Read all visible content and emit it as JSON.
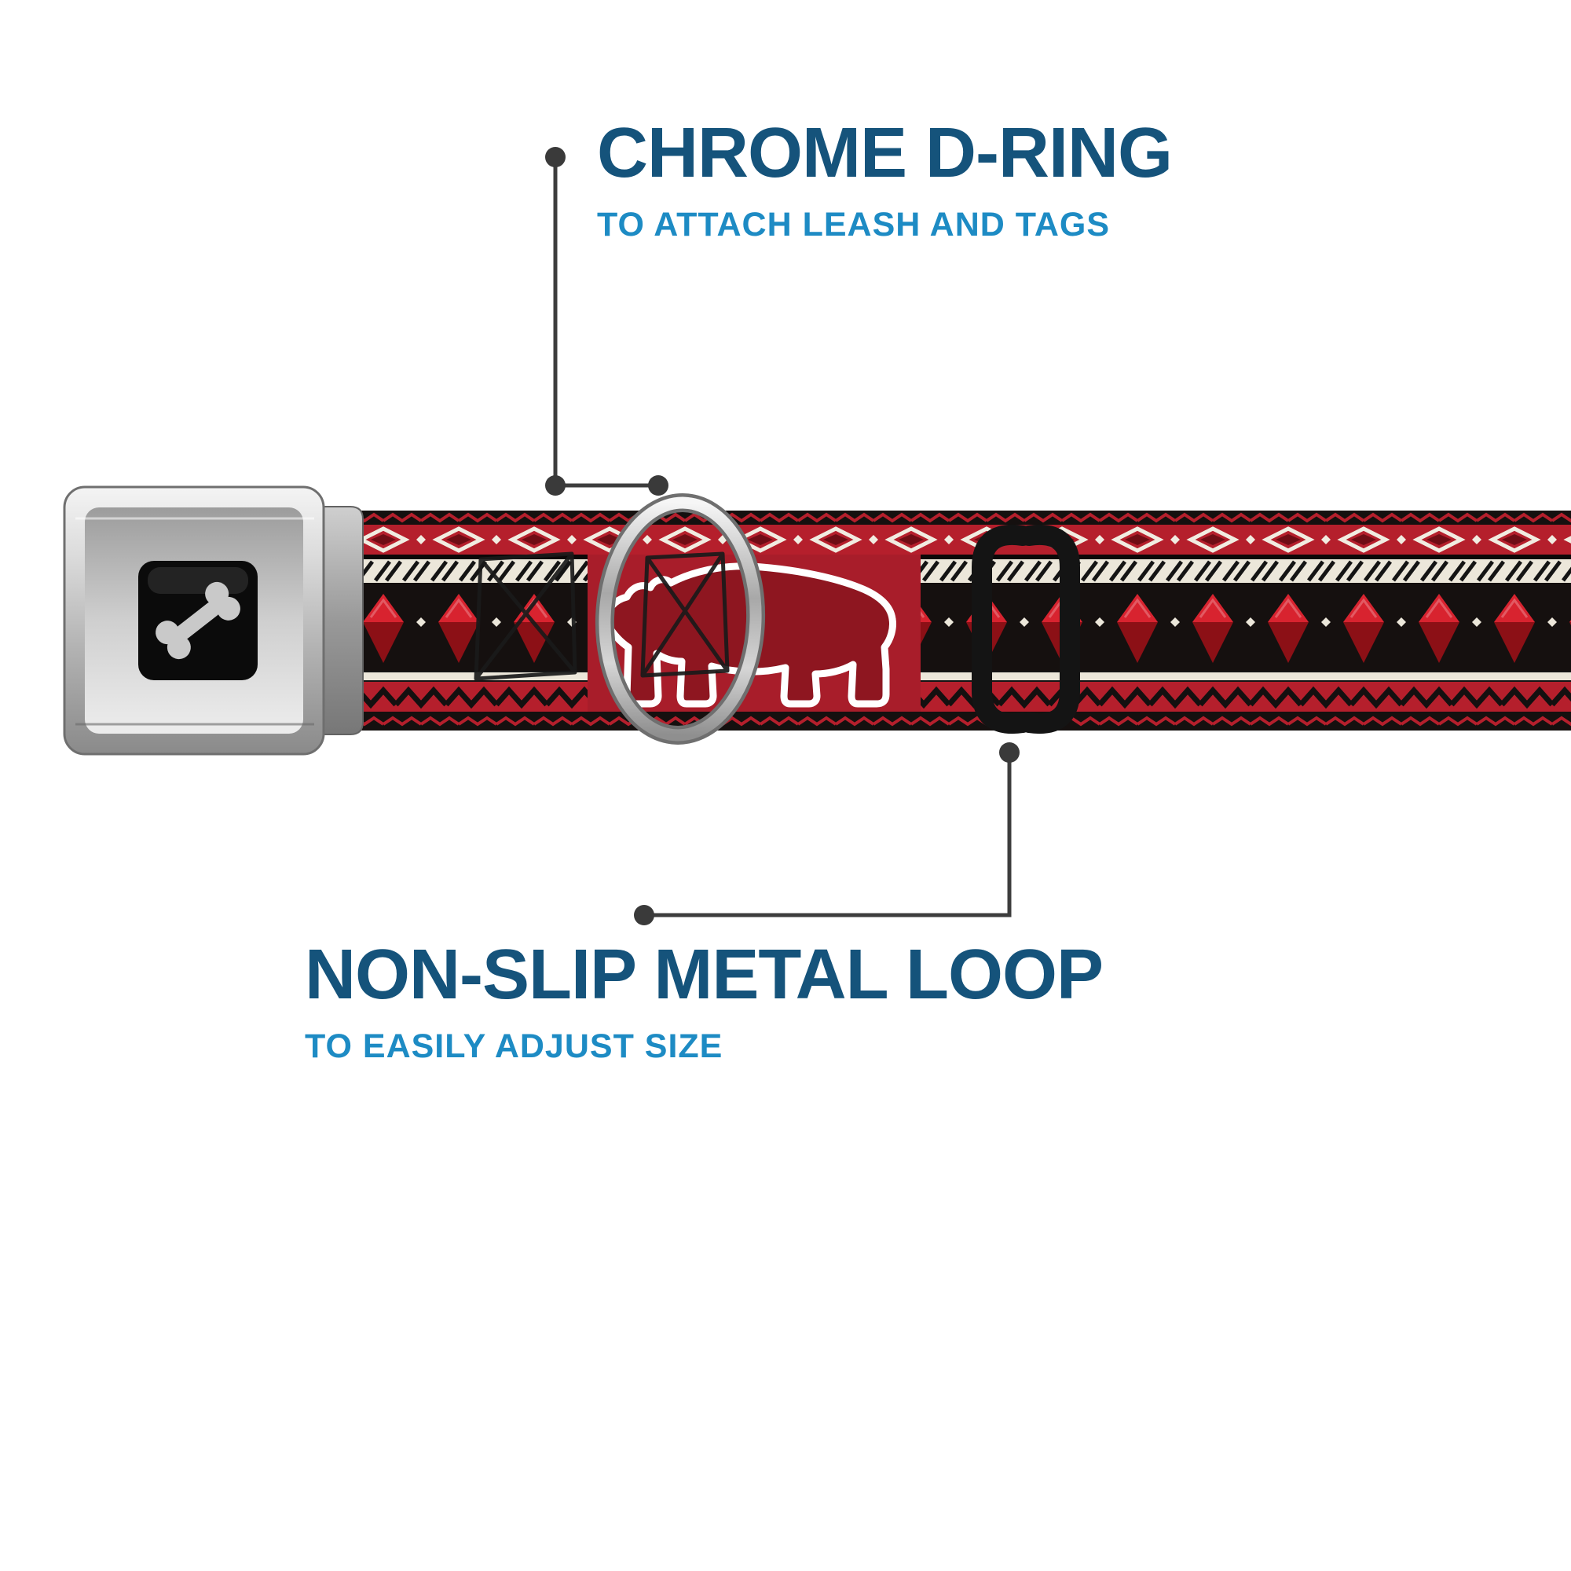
{
  "annotations": {
    "top": {
      "title": "CHROME D-RING",
      "subtitle": "TO ATTACH LEASH AND TAGS"
    },
    "bottom": {
      "title": "NON-SLIP METAL LOOP",
      "subtitle": "TO EASILY ADJUST SIZE"
    }
  },
  "product": {
    "hardware": [
      "seatbelt-buckle",
      "chrome-d-ring",
      "non-slip-metal-loop"
    ],
    "buckle_logo": "dog-bone",
    "strap_motif": "southwest-aztec-bear-pattern"
  },
  "colors": {
    "title_blue": "#15537b",
    "subtitle_blue": "#1d8bc4",
    "callout_gray": "#3d3d3d",
    "strap_red": "#b51f2c",
    "gem_red": "#d8232f",
    "strap_dark_red": "#8c1016",
    "strap_black": "#15100f",
    "strap_cream": "#ece7da",
    "bear_red": "#8e1620",
    "outline_white": "#ffffff",
    "chrome_silver": "#c9c9c9",
    "loop_black": "#141414"
  }
}
